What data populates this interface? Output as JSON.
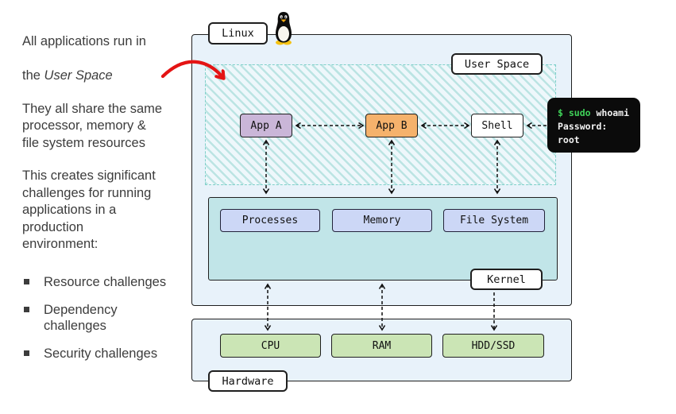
{
  "left_panel": {
    "p1_line1": "All applications run in",
    "p1_line2_prefix": "the ",
    "p1_line2_italic": "User Space",
    "p2": "They all share the same\nprocessor, memory &\nfile system resources",
    "p3": "This creates significant\nchallenges for running\napplications in a\nproduction\nenvironment:",
    "bullets": [
      "Resource challenges",
      "Dependency\nchallenges",
      "Security challenges"
    ]
  },
  "diagram": {
    "linux_label": "Linux",
    "user_space_label": "User Space",
    "kernel_label": "Kernel",
    "hardware_label": "Hardware",
    "user_space_nodes": [
      {
        "label": "App A"
      },
      {
        "label": "App B"
      },
      {
        "label": "Shell"
      }
    ],
    "kernel_components": [
      {
        "label": "Processes"
      },
      {
        "label": "Memory"
      },
      {
        "label": "File System"
      }
    ],
    "hardware_components": [
      {
        "label": "CPU"
      },
      {
        "label": "RAM"
      },
      {
        "label": "HDD/SSD"
      }
    ],
    "terminal": {
      "line1_green": "$ sudo ",
      "line1_white": "whoami",
      "line2": "Password:",
      "line3": "root"
    },
    "colors": {
      "box_fill": "#e8f2fa",
      "kernel_fill": "#c1e5e8",
      "app_a_fill": "#cab6d8",
      "app_b_fill": "#f5b26c",
      "kernel_component_fill": "#ccd7f6",
      "hardware_component_fill": "#cbe5b5",
      "hatch_stroke": "#7fd0ca",
      "terminal_bg": "#0b0b0b",
      "terminal_green": "#3fd158",
      "red_arrow": "#e41414"
    }
  }
}
